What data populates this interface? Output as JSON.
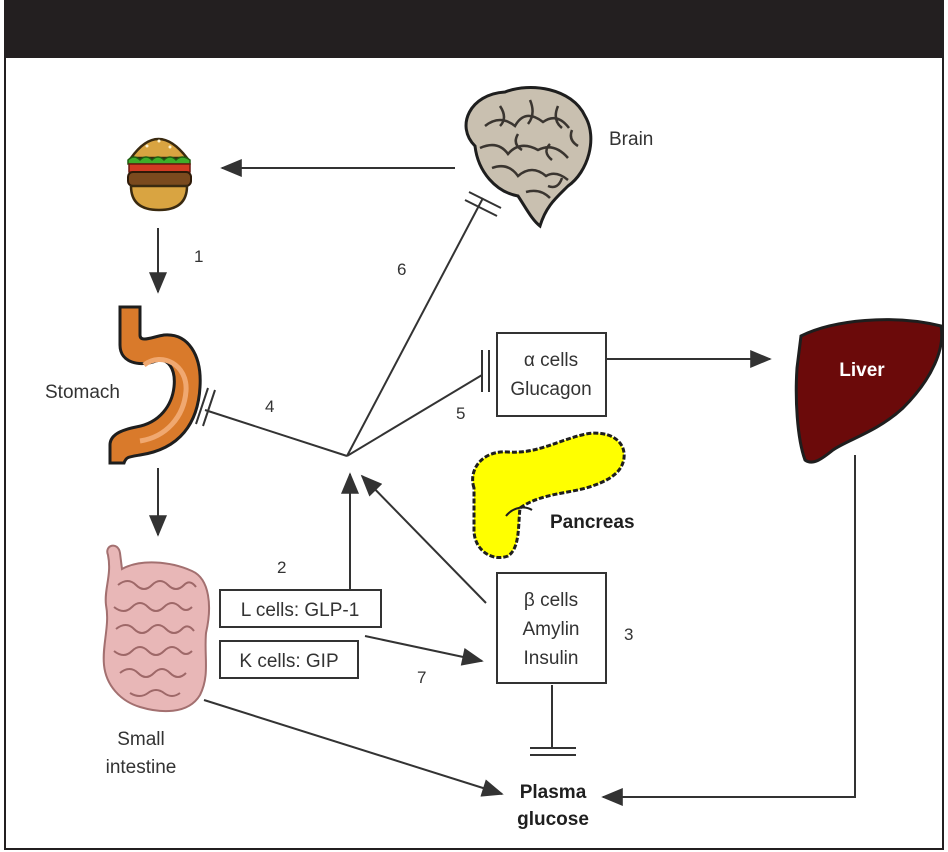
{
  "colors": {
    "header_bar": "#231f20",
    "liver": "#6b0a0a",
    "pancreas": "#ffff00",
    "stomach": "#d97a2b",
    "intestine": "#e8b7b7",
    "lines": "#333333"
  },
  "icons": {
    "food": "burger-icon",
    "brain": "brain-icon",
    "stomach": "stomach-icon",
    "intestine": "small-intestine-icon",
    "pancreas": "pancreas-icon",
    "liver": "liver-icon"
  },
  "organs": {
    "brain": "Brain",
    "stomach": "Stomach",
    "small_intestine_line1": "Small",
    "small_intestine_line2": "intestine",
    "liver": "Liver",
    "pancreas": "Pancreas",
    "plasma_glucose_line1": "Plasma",
    "plasma_glucose_line2": "glucose"
  },
  "boxes": {
    "alpha": {
      "line1": "α cells",
      "line2": "Glucagon"
    },
    "beta": {
      "line1": "β cells",
      "line2": "Amylin",
      "line3": "Insulin"
    },
    "l_cells": "L cells: GLP-1",
    "k_cells": "K cells: GIP"
  },
  "step_numbers": {
    "n1": "1",
    "n2": "2",
    "n3": "3",
    "n4": "4",
    "n5": "5",
    "n6": "6",
    "n7": "7"
  }
}
